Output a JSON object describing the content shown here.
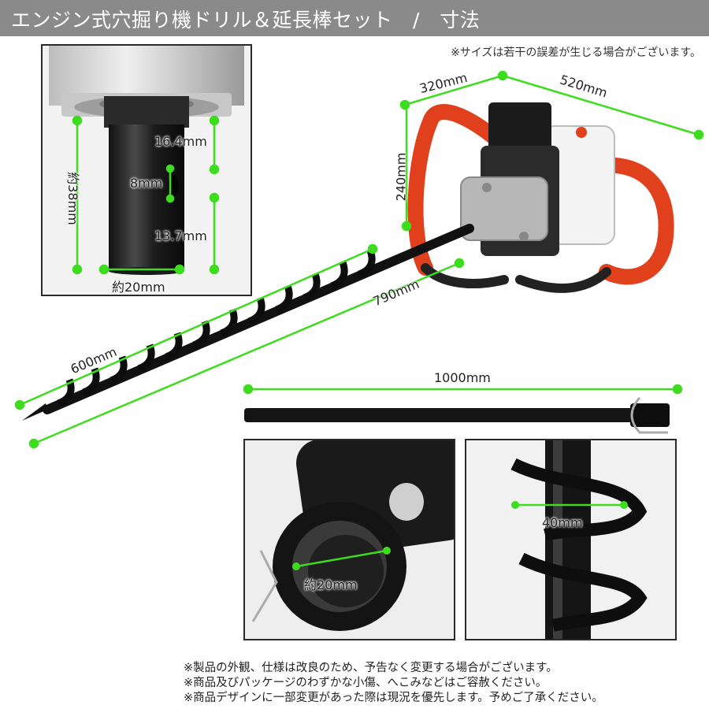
{
  "header": {
    "title": "エンジン式穴掘り機ドリル＆延長棒セット　/　寸法"
  },
  "top_note": "※サイズは若干の誤差が生じる場合がございます。",
  "inset_shaft": {
    "height_label": "約38mm",
    "upper_label": "16.4mm",
    "hole_label": "8mm",
    "lower_label": "13.7mm",
    "width_label": "約20mm"
  },
  "engine_dims": {
    "depth_label": "320mm",
    "width_label": "520mm",
    "height_label": "240mm",
    "drill_total_label": "790mm",
    "auger_label": "600mm"
  },
  "extension_rod": {
    "length_label": "1000mm"
  },
  "closeup_socket": {
    "diameter_label": "約20mm"
  },
  "closeup_auger": {
    "diameter_label": "40mm"
  },
  "footer_notes": [
    "※製品の外観、仕様は改良のため、予告なく変更する場合がございます。",
    "※商品及びパッケージのわずかな小傷、へこみなどはご容赦ください。",
    "※商品デザインに一部変更があった際は現況を優先します。予めご了承ください。"
  ],
  "colors": {
    "accent_green": "#3ddc1e",
    "frame_orange": "#e0401c",
    "header_gray": "#8a8a8a"
  }
}
